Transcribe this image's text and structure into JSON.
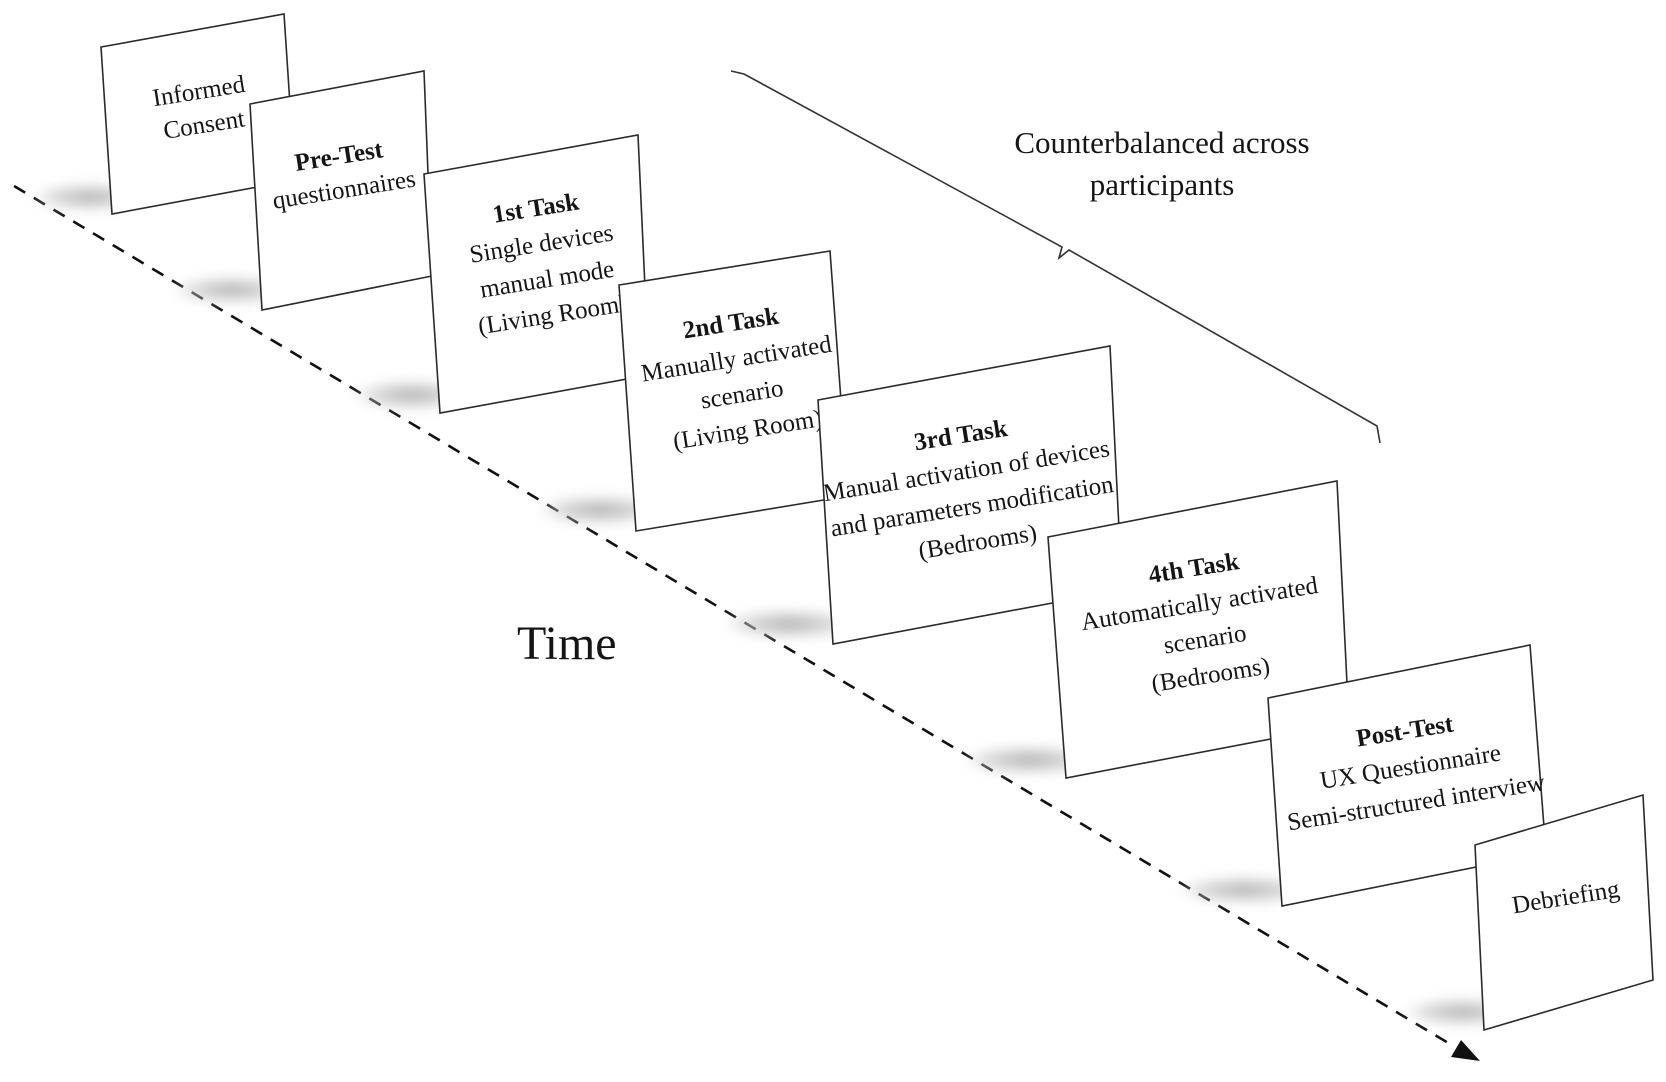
{
  "diagram": {
    "time_label": "Time",
    "bracket_label": [
      "Counterbalanced across",
      "participants"
    ],
    "cards": [
      {
        "id": "informed-consent",
        "title": "",
        "lines": [
          "Informed",
          "Consent"
        ]
      },
      {
        "id": "pre-test",
        "title": "Pre-Test",
        "lines": [
          "questionnaires"
        ]
      },
      {
        "id": "task-1",
        "title": "1st Task",
        "lines": [
          "Single devices",
          "manual mode",
          "(Living Room)"
        ]
      },
      {
        "id": "task-2",
        "title": "2nd Task",
        "lines": [
          "Manually activated",
          "scenario",
          "(Living Room)"
        ]
      },
      {
        "id": "task-3",
        "title": "3rd Task",
        "lines": [
          "Manual activation of devices",
          "and parameters modification",
          "(Bedrooms)"
        ]
      },
      {
        "id": "task-4",
        "title": "4th Task",
        "lines": [
          "Automatically activated",
          "scenario",
          "(Bedrooms)"
        ]
      },
      {
        "id": "post-test",
        "title": "Post-Test",
        "lines": [
          "UX Questionnaire",
          "Semi-structured interview"
        ]
      },
      {
        "id": "debriefing",
        "title": "",
        "lines": [
          "Debriefing"
        ]
      }
    ],
    "colors": {
      "card_fill": "#ffffff",
      "card_stroke": "#2a2a2a",
      "shadow": "#c8c8c8",
      "arrow": "#111111"
    }
  }
}
